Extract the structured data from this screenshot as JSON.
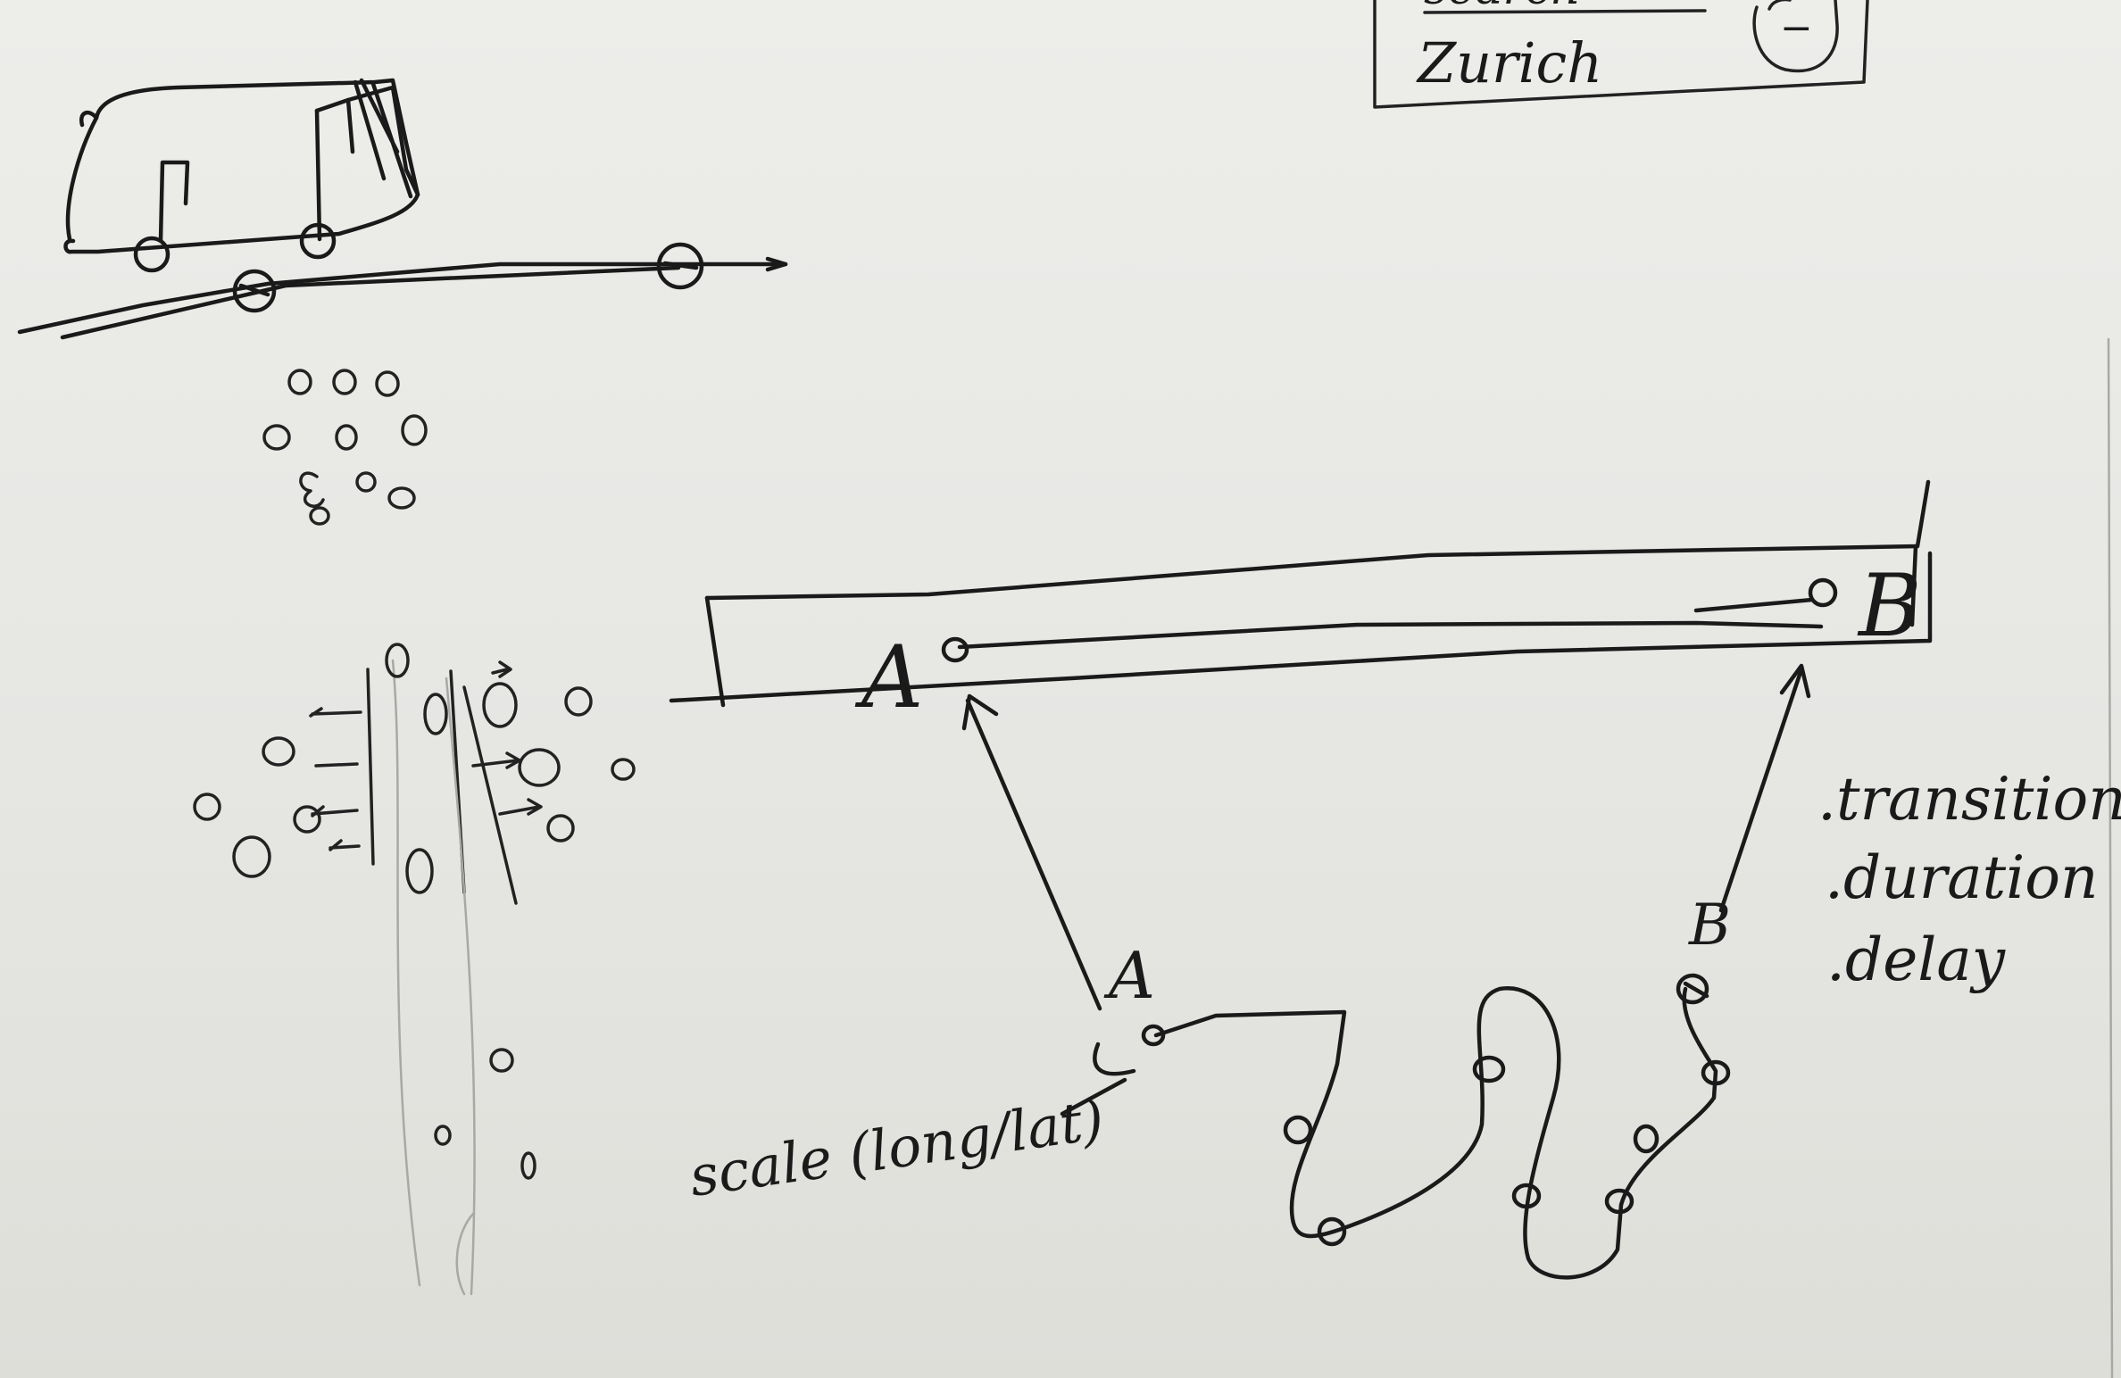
{
  "search_box": {
    "label": "search",
    "value": "Zurich",
    "minus_button": "−"
  },
  "timeline": {
    "start_label": "A",
    "end_label": "B"
  },
  "path": {
    "start_label": "A",
    "end_label": "B"
  },
  "annotations": {
    "scale": "scale (long/lat)",
    "methods": [
      ".transition",
      ".duration",
      ".delay"
    ]
  },
  "icons": [
    "bus-sketch",
    "particle-cluster",
    "arrow-up"
  ]
}
